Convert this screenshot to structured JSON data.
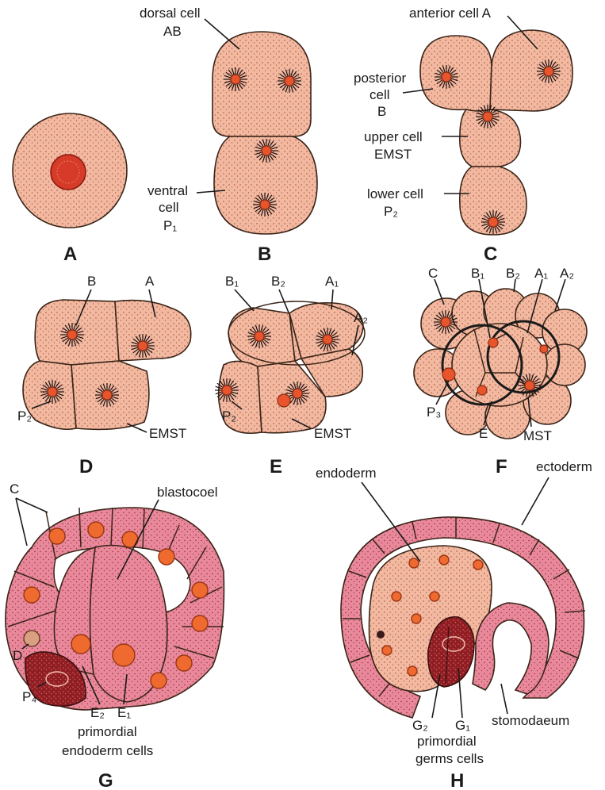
{
  "panels": {
    "A": "A",
    "B": "B",
    "C": "C",
    "D": "D",
    "E": "E",
    "F": "F",
    "G": "G",
    "H": "H"
  },
  "labels": {
    "b_dorsal": "dorsal cell",
    "b_ab": "AB",
    "b_ventral": "ventral",
    "b_cell": "cell",
    "b_p1": "P₁",
    "c_anterior": "anterior cell A",
    "c_posterior": "posterior",
    "c_cell": "cell",
    "c_b": "B",
    "c_upper": "upper cell",
    "c_emst": "EMST",
    "c_lower": "lower cell",
    "c_p2": "P₂",
    "d_b": "B",
    "d_a": "A",
    "d_p2": "P₂",
    "d_emst": "EMST",
    "e_b1": "B₁",
    "e_b2": "B₂",
    "e_a1": "A₁",
    "e_a2": "A₂",
    "e_p2": "P₂",
    "e_emst": "EMST",
    "f_c": "C",
    "f_b1": "B₁",
    "f_b2": "B₂",
    "f_a1": "A₁",
    "f_a2": "A₂",
    "f_p3": "P₃",
    "f_e": "E",
    "f_mst": "MST",
    "g_c": "C",
    "g_blastocoel": "blastocoel",
    "g_d": "D",
    "g_p4": "P₄",
    "g_e2": "E₂",
    "g_e1": "E₁",
    "g_primordial": "primordial",
    "g_endoderm_cells": "endoderm cells",
    "h_endoderm": "endoderm",
    "h_ectoderm": "ectoderm",
    "h_g2": "G₂",
    "h_g1": "G₁",
    "h_primordial": "primordial",
    "h_germs_cells": "germs cells",
    "h_stomodaeum": "stomodaeum"
  },
  "colors": {
    "cell_peach": "#f2b8a0",
    "cell_pink": "#e8889a",
    "germ_dark": "#8e1e22",
    "nucleus": "#e8552d",
    "outline": "#3a2418"
  }
}
